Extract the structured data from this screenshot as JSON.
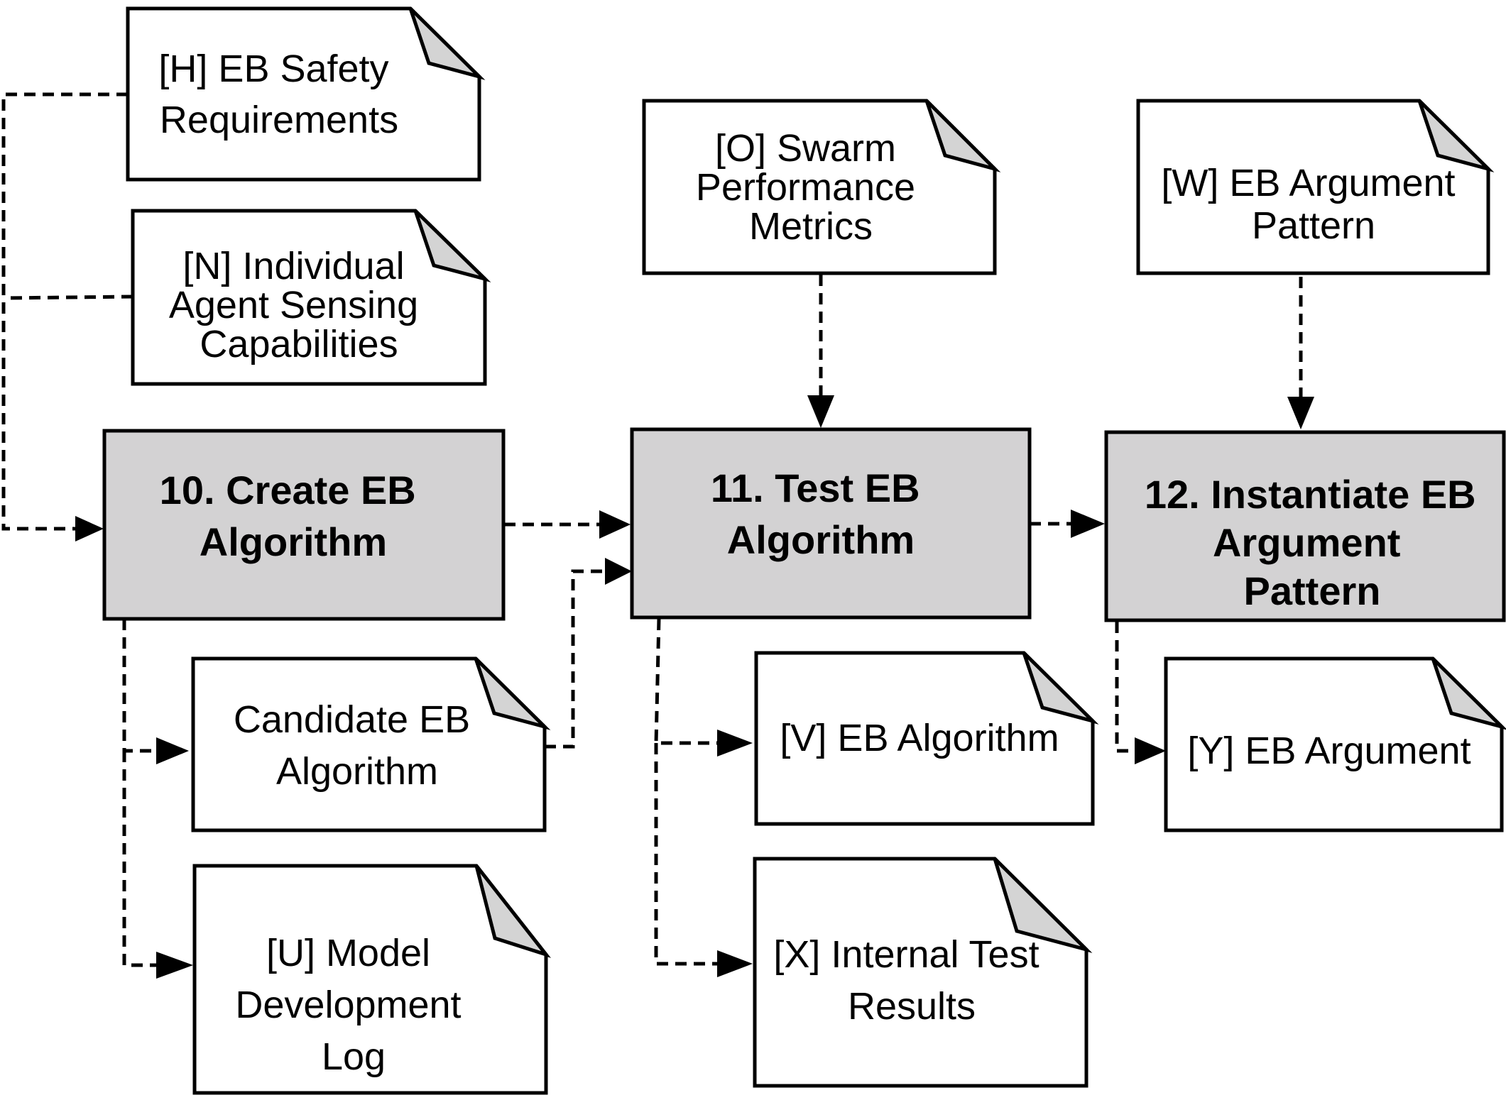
{
  "documents": {
    "h": {
      "lines": [
        "[H] EB Safety",
        "Requirements"
      ]
    },
    "n": {
      "lines": [
        "[N] Individual",
        "Agent Sensing",
        "Capabilities"
      ]
    },
    "o": {
      "lines": [
        "[O] Swarm",
        "Performance",
        "Metrics"
      ]
    },
    "w": {
      "lines": [
        "[W] EB Argument",
        "Pattern"
      ]
    },
    "candidate": {
      "lines": [
        "Candidate EB",
        "Algorithm"
      ]
    },
    "u": {
      "lines": [
        "[U] Model",
        "Development",
        "Log"
      ]
    },
    "v": {
      "lines": [
        "[V] EB Algorithm"
      ]
    },
    "x": {
      "lines": [
        "[X] Internal Test",
        "Results"
      ]
    },
    "y": {
      "lines": [
        "[Y] EB Argument"
      ]
    }
  },
  "processes": {
    "p10": {
      "lines": [
        "10. Create EB",
        "Algorithm"
      ]
    },
    "p11": {
      "lines": [
        "11. Test EB",
        "Algorithm"
      ]
    },
    "p12": {
      "lines": [
        "12. Instantiate EB",
        "Argument",
        "Pattern"
      ]
    }
  },
  "colors": {
    "process_fill": "#d3d2d3",
    "fold_fill": "#d4d4d4",
    "stroke": "#000000",
    "background": "#ffffff"
  }
}
